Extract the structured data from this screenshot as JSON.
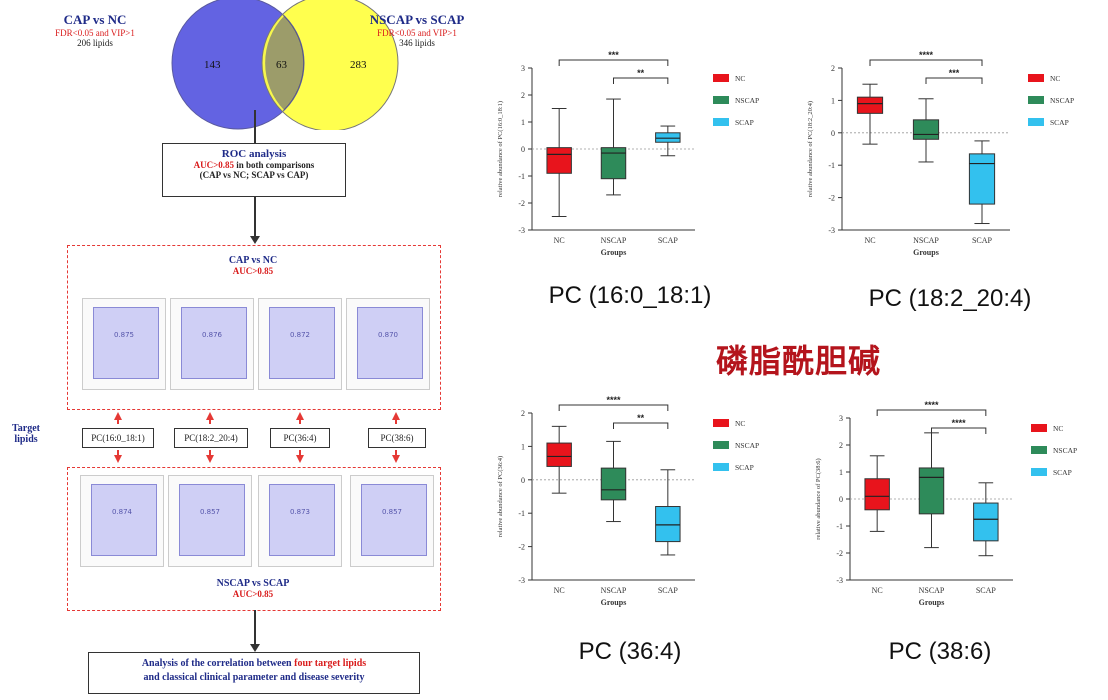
{
  "venn": {
    "left_title": "CAP vs NC",
    "left_criteria": "FDR<0.05 and VIP>1",
    "left_count": "206 lipids",
    "right_title": "NSCAP vs SCAP",
    "right_criteria": "FDR<0.05 and VIP>1",
    "right_count": "346 lipids",
    "left_only": "143",
    "overlap": "63",
    "right_only": "283"
  },
  "roc_box": {
    "title": "ROC analysis",
    "line_red": "AUC>0.85",
    "line_rest": " in both comparisons",
    "line3": "(CAP vs NC; SCAP vs CAP)"
  },
  "upper_group": {
    "title": "CAP vs NC",
    "auc": "AUC>0.85",
    "roc_labels": [
      "0.875",
      "0.876",
      "0.872",
      "0.870"
    ]
  },
  "target_label": "Target lipids",
  "lipids": [
    "PC(16:0_18:1)",
    "PC(18:2_20:4)",
    "PC(36:4)",
    "PC(38:6)"
  ],
  "lower_group": {
    "title": "NSCAP vs SCAP",
    "auc": "AUC>0.85",
    "roc_labels": [
      "0.874",
      "0.857",
      "0.873",
      "0.857"
    ]
  },
  "final_box": {
    "line1_a": "Analysis of the correlation between ",
    "line1_red": "four target lipids",
    "line2": "and classical clinical parameter and disease severity"
  },
  "cn_title": "磷脂酰胆碱",
  "chart_data": [
    {
      "type": "boxplot",
      "title": "PC (16:0_18:1)",
      "xlabel": "Groups",
      "ylabel": "relative abundance of PC(16:0_18:1)",
      "categories": [
        "NC",
        "NSCAP",
        "SCAP"
      ],
      "ylim": [
        -3,
        3
      ],
      "yticks": [
        -3,
        -2,
        -1,
        0,
        1,
        2,
        3
      ],
      "colors": [
        "#e8141c",
        "#2e8b5a",
        "#33c1ee"
      ],
      "legend": [
        "NC",
        "NSCAP",
        "SCAP"
      ],
      "legend_position": "top-right",
      "boxes": [
        {
          "min": -2.5,
          "q1": -0.9,
          "median": -0.2,
          "q3": 0.05,
          "max": 1.5
        },
        {
          "min": -1.7,
          "q1": -1.1,
          "median": -0.15,
          "q3": 0.05,
          "max": 1.85
        },
        {
          "min": -0.25,
          "q1": 0.25,
          "median": 0.4,
          "q3": 0.6,
          "max": 0.85
        }
      ],
      "significance": [
        {
          "from": 0,
          "to": 2,
          "label": "***"
        },
        {
          "from": 1,
          "to": 2,
          "label": "**"
        }
      ]
    },
    {
      "type": "boxplot",
      "title": "PC (18:2_20:4)",
      "xlabel": "Groups",
      "ylabel": "relative abundance of PC(18:2_20:4)",
      "categories": [
        "NC",
        "NSCAP",
        "SCAP"
      ],
      "ylim": [
        -3,
        2
      ],
      "yticks": [
        -3,
        -2,
        -1,
        0,
        1,
        2
      ],
      "colors": [
        "#e8141c",
        "#2e8b5a",
        "#33c1ee"
      ],
      "legend": [
        "NC",
        "NSCAP",
        "SCAP"
      ],
      "legend_position": "top-right",
      "boxes": [
        {
          "min": -0.35,
          "q1": 0.6,
          "median": 0.9,
          "q3": 1.1,
          "max": 1.5
        },
        {
          "min": -0.9,
          "q1": -0.2,
          "median": -0.05,
          "q3": 0.4,
          "max": 1.05
        },
        {
          "min": -2.8,
          "q1": -2.2,
          "median": -0.95,
          "q3": -0.65,
          "max": -0.25
        }
      ],
      "significance": [
        {
          "from": 0,
          "to": 2,
          "label": "****"
        },
        {
          "from": 1,
          "to": 2,
          "label": "***"
        }
      ]
    },
    {
      "type": "boxplot",
      "title": "PC (36:4)",
      "xlabel": "Groups",
      "ylabel": "relative abundance of PC(36:4)",
      "categories": [
        "NC",
        "NSCAP",
        "SCAP"
      ],
      "ylim": [
        -3,
        2
      ],
      "yticks": [
        -3,
        -2,
        -1,
        0,
        1,
        2
      ],
      "colors": [
        "#e8141c",
        "#2e8b5a",
        "#33c1ee"
      ],
      "legend": [
        "NC",
        "NSCAP",
        "SCAP"
      ],
      "legend_position": "top-right",
      "boxes": [
        {
          "min": -0.4,
          "q1": 0.4,
          "median": 0.7,
          "q3": 1.1,
          "max": 1.6
        },
        {
          "min": -1.25,
          "q1": -0.6,
          "median": -0.3,
          "q3": 0.35,
          "max": 1.15
        },
        {
          "min": -2.25,
          "q1": -1.85,
          "median": -1.35,
          "q3": -0.8,
          "max": 0.3
        }
      ],
      "significance": [
        {
          "from": 0,
          "to": 2,
          "label": "****"
        },
        {
          "from": 1,
          "to": 2,
          "label": "**"
        }
      ]
    },
    {
      "type": "boxplot",
      "title": "PC (38:6)",
      "xlabel": "Groups",
      "ylabel": "relative abundance of PC(38:6)",
      "categories": [
        "NC",
        "NSCAP",
        "SCAP"
      ],
      "ylim": [
        -3,
        3
      ],
      "yticks": [
        -3,
        -2,
        -1,
        0,
        1,
        2,
        3
      ],
      "colors": [
        "#e8141c",
        "#2e8b5a",
        "#33c1ee"
      ],
      "legend": [
        "NC",
        "NSCAP",
        "SCAP"
      ],
      "legend_position": "top-right",
      "boxes": [
        {
          "min": -1.2,
          "q1": -0.4,
          "median": 0.1,
          "q3": 0.75,
          "max": 1.6
        },
        {
          "min": -1.8,
          "q1": -0.55,
          "median": 0.8,
          "q3": 1.15,
          "max": 2.45
        },
        {
          "min": -2.1,
          "q1": -1.55,
          "median": -0.75,
          "q3": -0.15,
          "max": 0.6
        }
      ],
      "significance": [
        {
          "from": 0,
          "to": 2,
          "label": "****"
        },
        {
          "from": 1,
          "to": 2,
          "label": "****"
        }
      ]
    }
  ]
}
